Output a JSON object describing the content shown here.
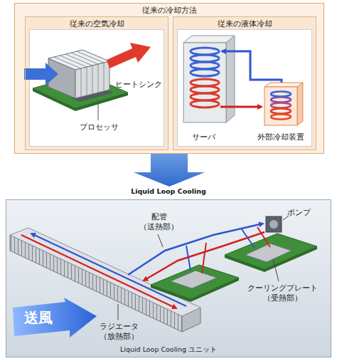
{
  "diagram": {
    "nodes": [
      {
        "text": [
          "従来の冷却方法"
        ]
      },
      {
        "text": [
          "従来の空気冷却"
        ],
        "in": 0
      },
      {
        "text": [
          "従来の液体冷却"
        ],
        "in": 0
      },
      {
        "text": [
          "Liquid Loop Cooling",
          "Liquid Loop Cooling ユニット"
        ]
      },
      {
        "text": [
          "送風"
        ],
        "in": 3
      }
    ],
    "edges": [
      {
        "from": 0,
        "to": 3,
        "arrow": "to"
      }
    ],
    "labels": [
      "ヒートシンク",
      "プロセッサ",
      "サーバ",
      "外部冷却装置",
      "配管 （送熱部）",
      "ポンプ",
      "クーリングプレート （受熱部）",
      "ラジエータ （放熱部）"
    ]
  }
}
